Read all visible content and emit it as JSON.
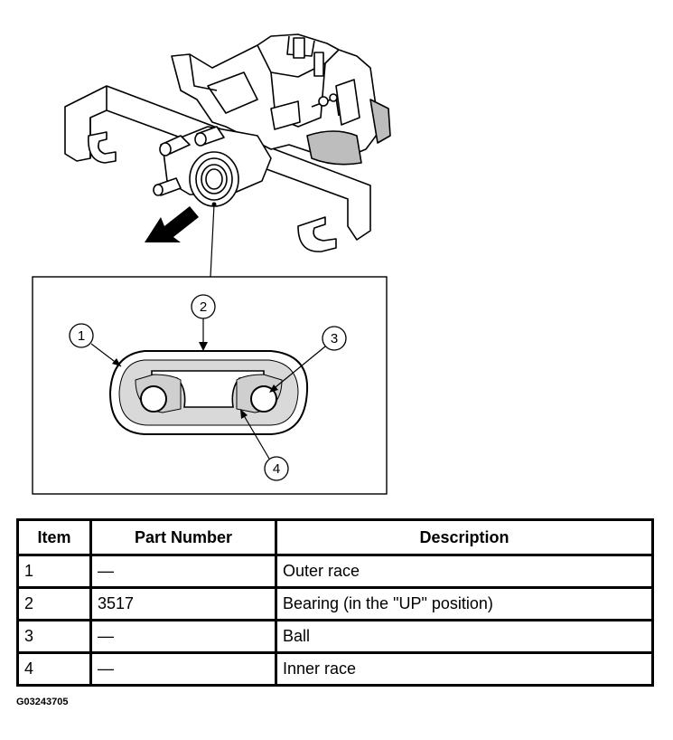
{
  "callouts": [
    "1",
    "2",
    "3",
    "4"
  ],
  "table": {
    "headers": [
      "Item",
      "Part Number",
      "Description"
    ],
    "rows": [
      [
        "1",
        "—",
        "Outer race"
      ],
      [
        "2",
        "3517",
        "Bearing (in the \"UP\" position)"
      ],
      [
        "3",
        "—",
        "Ball"
      ],
      [
        "4",
        "—",
        "Inner race"
      ]
    ]
  },
  "figure_id": "G03243705"
}
